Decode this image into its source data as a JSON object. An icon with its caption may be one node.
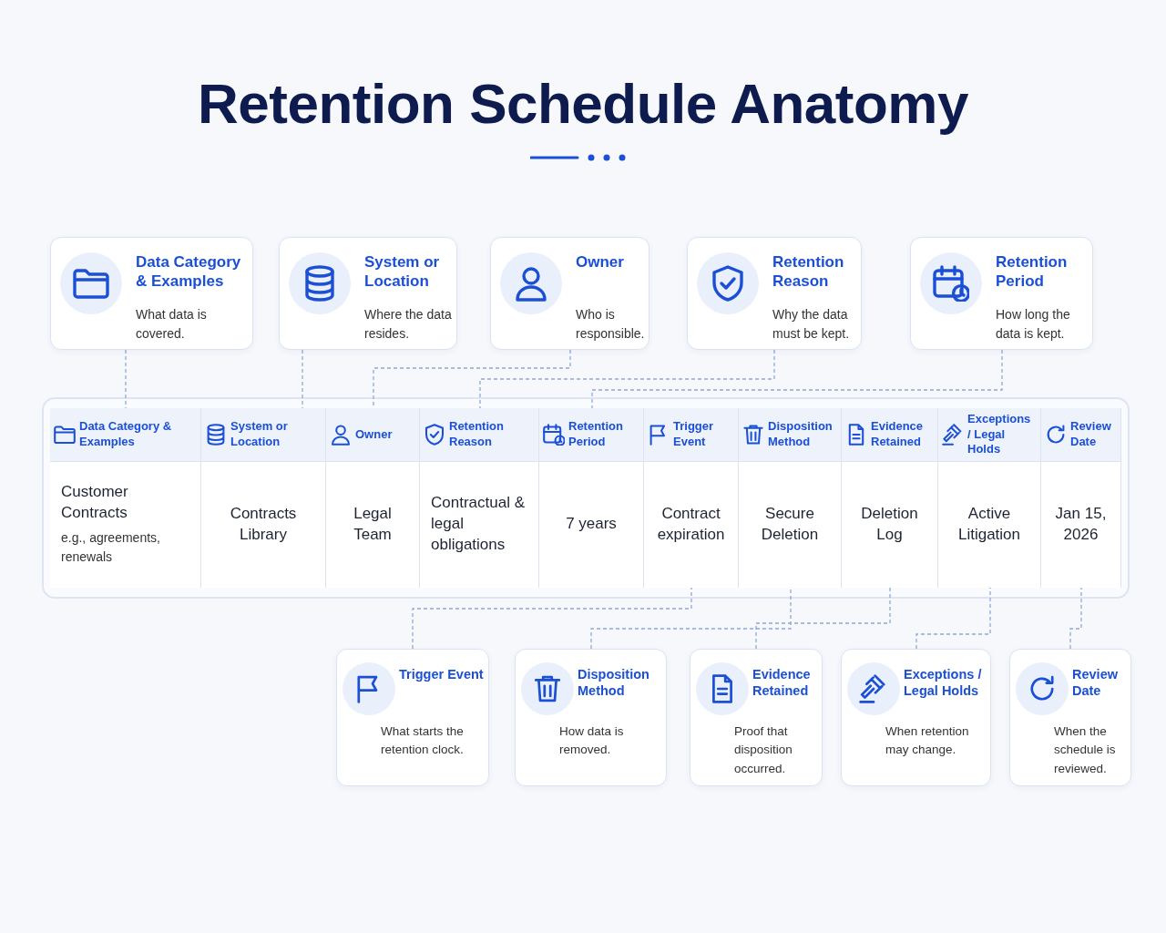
{
  "diagram": {
    "title": "Retention Schedule Anatomy",
    "nodes": [
      {
        "text": [
          "Data Category & Examples",
          "What data is covered."
        ]
      },
      {
        "text": [
          "System or Location",
          "Where the data resides."
        ]
      },
      {
        "text": [
          "Owner",
          "Who is responsible."
        ]
      },
      {
        "text": [
          "Retention Reason",
          "Why the data must be kept."
        ]
      },
      {
        "text": [
          "Retention Period",
          "How long the data is kept."
        ]
      },
      {
        "text": [
          "Data Category & Examples",
          "Customer Contracts",
          "e.g., agreements, renewals"
        ]
      },
      {
        "text": [
          "System or Location",
          "Contracts Library"
        ]
      },
      {
        "text": [
          "Owner",
          "Legal Team"
        ]
      },
      {
        "text": [
          "Retention Reason",
          "Contractual & legal obligations"
        ]
      },
      {
        "text": [
          "Retention Period",
          "7 years"
        ]
      },
      {
        "text": [
          "Trigger Event",
          "Contract expiration"
        ]
      },
      {
        "text": [
          "Disposition Method",
          "Secure Deletion"
        ]
      },
      {
        "text": [
          "Evidence Retained",
          "Deletion Log"
        ]
      },
      {
        "text": [
          "Exceptions / Legal Holds",
          "Active Litigation"
        ]
      },
      {
        "text": [
          "Review Date",
          "Jan 15, 2026"
        ]
      },
      {
        "text": [
          "Trigger Event",
          "What starts the retention clock."
        ]
      },
      {
        "text": [
          "Disposition Method",
          "How data is removed."
        ]
      },
      {
        "text": [
          "Evidence Retained",
          "Proof that disposition occurred."
        ]
      },
      {
        "text": [
          "Exceptions / Legal Holds",
          "When retention may change."
        ]
      },
      {
        "text": [
          "Review Date",
          "When the schedule is reviewed."
        ]
      }
    ],
    "edges": [
      {
        "from": 0,
        "to": 5,
        "arrow": "none",
        "style": "dashed"
      },
      {
        "from": 1,
        "to": 6,
        "arrow": "none",
        "style": "dashed"
      },
      {
        "from": 2,
        "to": 7,
        "arrow": "none",
        "style": "dashed"
      },
      {
        "from": 3,
        "to": 8,
        "arrow": "none",
        "style": "dashed"
      },
      {
        "from": 4,
        "to": 9,
        "arrow": "none",
        "style": "dashed"
      },
      {
        "from": 15,
        "to": 10,
        "arrow": "none",
        "style": "dashed"
      },
      {
        "from": 16,
        "to": 11,
        "arrow": "none",
        "style": "dashed"
      },
      {
        "from": 17,
        "to": 12,
        "arrow": "none",
        "style": "dashed"
      },
      {
        "from": 18,
        "to": 13,
        "arrow": "none",
        "style": "dashed"
      },
      {
        "from": 19,
        "to": 14,
        "arrow": "none",
        "style": "dashed"
      }
    ]
  }
}
